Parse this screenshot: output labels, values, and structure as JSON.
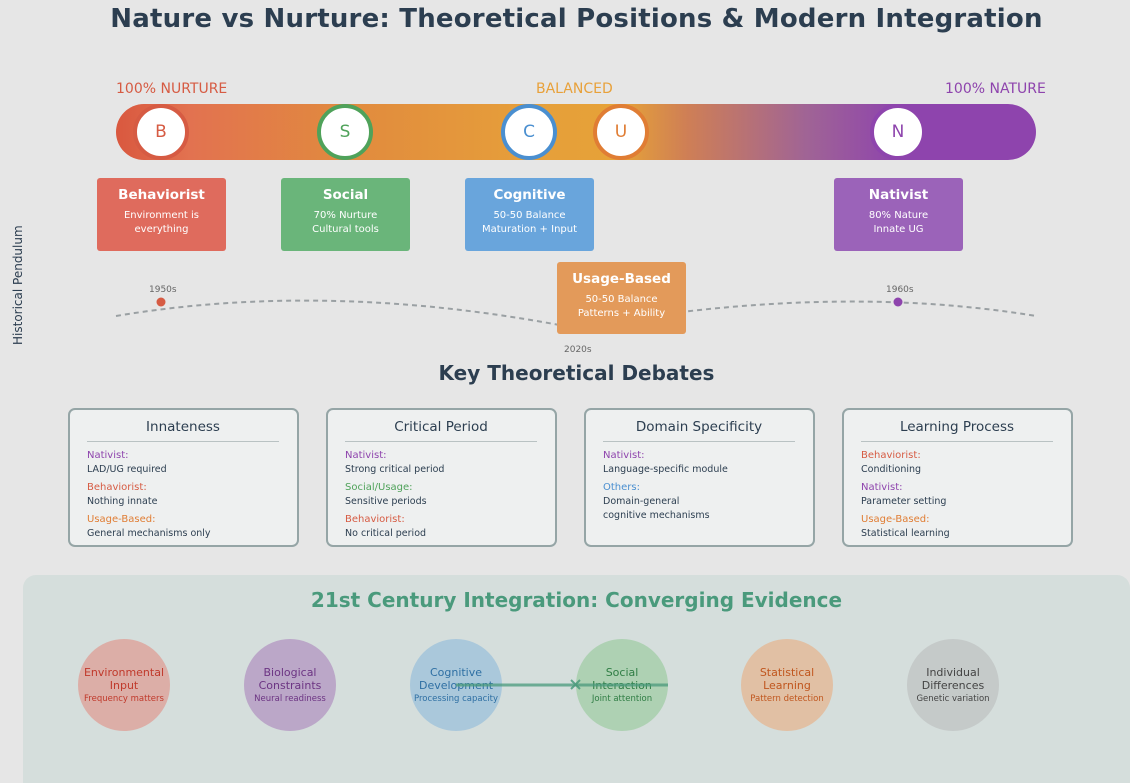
{
  "title": "Nature vs Nurture: Theoretical Positions & Modern Integration",
  "side_label": "Historical Pendulum",
  "scale": {
    "left": "100% NURTURE",
    "center": "BALANCED",
    "right": "100% NATURE"
  },
  "nodes": [
    "B",
    "S",
    "C",
    "U",
    "N"
  ],
  "theories": {
    "behaviorist": {
      "title": "Behaviorist",
      "line1": "Environment is",
      "line2": "everything"
    },
    "social": {
      "title": "Social",
      "line1": "70% Nurture",
      "line2": "Cultural tools"
    },
    "cognitive": {
      "title": "Cognitive",
      "line1": "50-50 Balance",
      "line2": "Maturation + Input"
    },
    "nativist": {
      "title": "Nativist",
      "line1": "80% Nature",
      "line2": "Innate UG"
    },
    "usage": {
      "title": "Usage-Based",
      "line1": "50-50 Balance",
      "line2": "Patterns + Ability"
    }
  },
  "timeline": {
    "y1": "1950s",
    "y2": "1960s",
    "y3": "2020s"
  },
  "debates_title": "Key Theoretical Debates",
  "debates": [
    {
      "title": "Innateness",
      "items": [
        {
          "label": "Nativist:",
          "text": "LAD/UG required"
        },
        {
          "label": "Behaviorist:",
          "text": "Nothing innate"
        },
        {
          "label": "Usage-Based:",
          "text": "General mechanisms only"
        }
      ]
    },
    {
      "title": "Critical Period",
      "items": [
        {
          "label": "Nativist:",
          "text": "Strong critical period"
        },
        {
          "label": "Social/Usage:",
          "text": "Sensitive periods"
        },
        {
          "label": "Behaviorist:",
          "text": "No critical period"
        }
      ]
    },
    {
      "title": "Domain Specificity",
      "items": [
        {
          "label": "Nativist:",
          "text": "Language-specific module"
        },
        {
          "label": "Others:",
          "text": "Domain-general",
          "text2": "cognitive mechanisms"
        }
      ]
    },
    {
      "title": "Learning Process",
      "items": [
        {
          "label": "Behaviorist:",
          "text": "Conditioning"
        },
        {
          "label": "Nativist:",
          "text": "Parameter setting"
        },
        {
          "label": "Usage-Based:",
          "text": "Statistical learning"
        }
      ]
    }
  ],
  "integration_title": "21st Century Integration: Converging Evidence",
  "factors": [
    {
      "l1": "Environmental",
      "l2": "Input",
      "sub": "Frequency matters"
    },
    {
      "l1": "Biological",
      "l2": "Constraints",
      "sub": "Neural readiness"
    },
    {
      "l1": "Cognitive",
      "l2": "Development",
      "sub": "Processing capacity"
    },
    {
      "l1": "Social",
      "l2": "Interaction",
      "sub": "Joint attention"
    },
    {
      "l1": "Statistical",
      "l2": "Learning",
      "sub": "Pattern detection"
    },
    {
      "l1": "Individual",
      "l2": "Differences",
      "sub": "Genetic variation"
    }
  ],
  "colors": {
    "nurture": "#d65b43",
    "balanced": "#e8a13a",
    "nature": "#8e44ad",
    "social": "#4fa25a",
    "cognitive": "#4a8fd0",
    "usage": "#e07d34",
    "integration": "#4a9a7c"
  }
}
